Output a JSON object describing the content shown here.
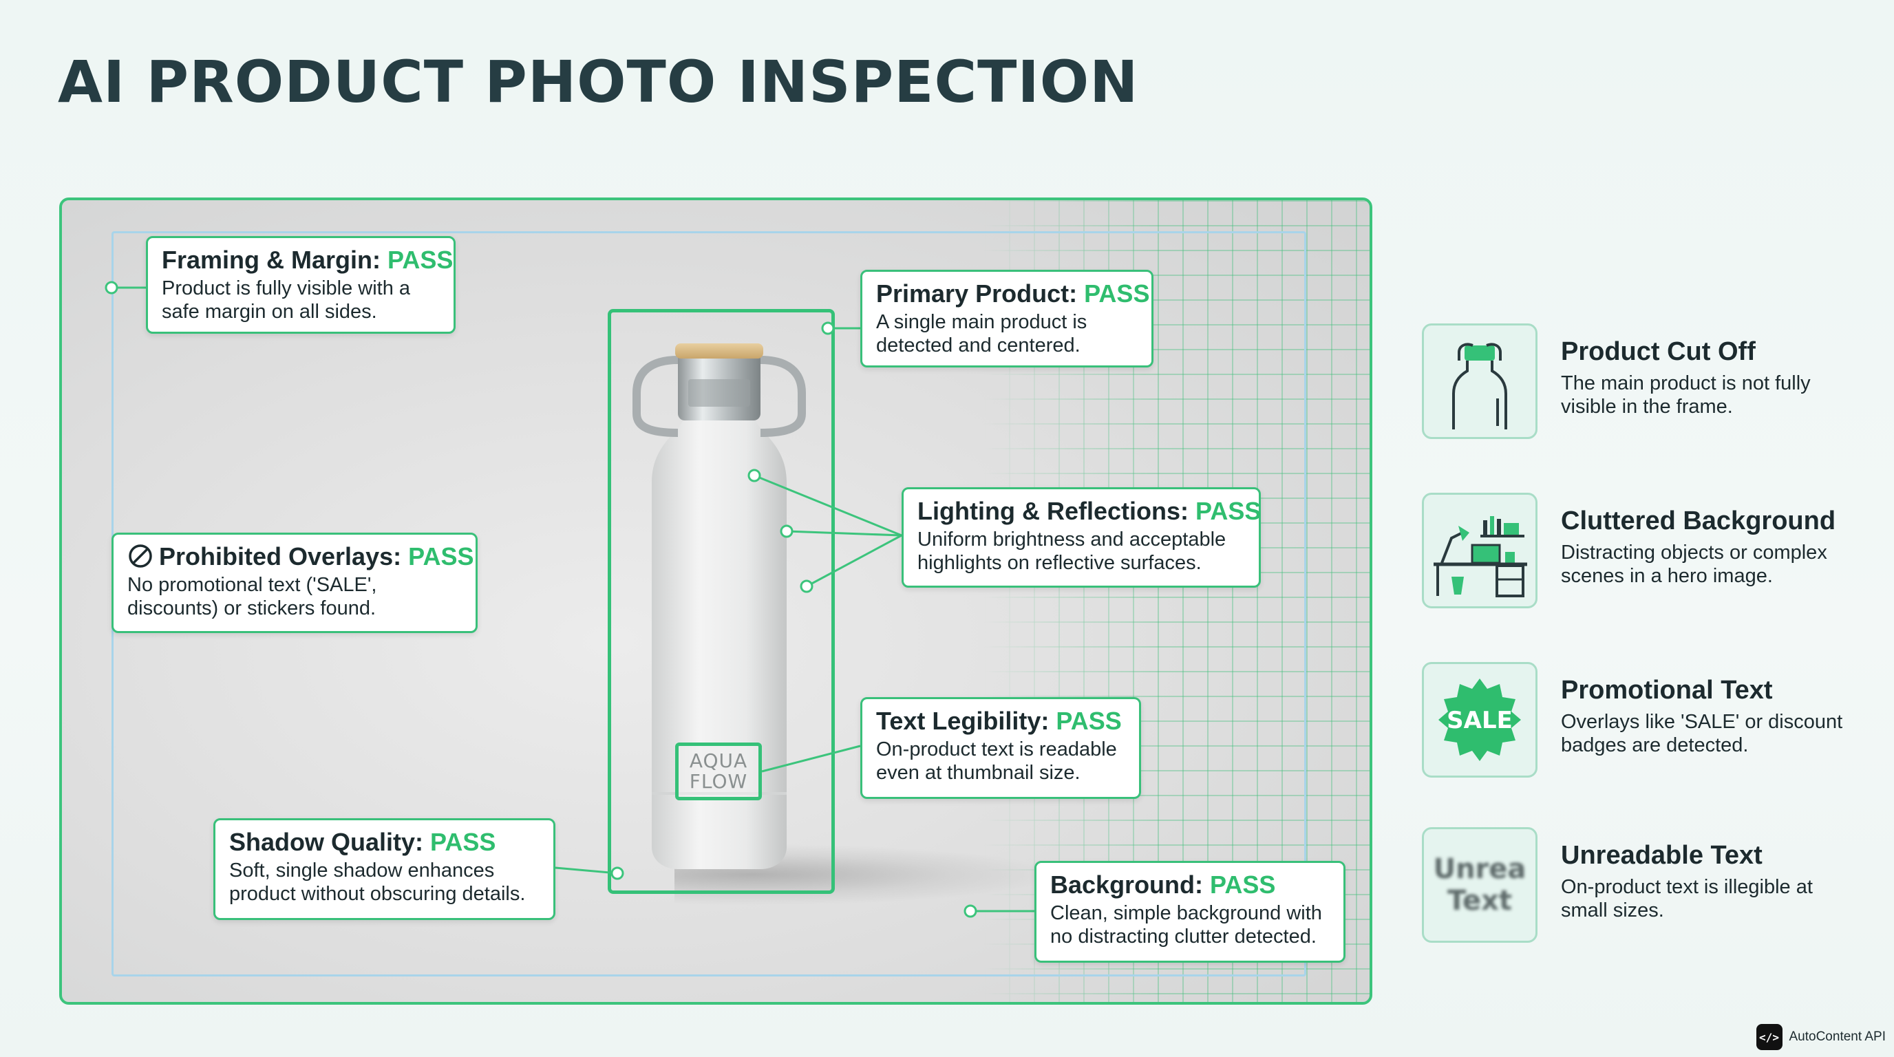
{
  "title": "AI PRODUCT PHOTO INSPECTION",
  "product": {
    "label_line1": "AQUA",
    "label_line2": "FLOW"
  },
  "checks": [
    {
      "id": "framing",
      "title": "Framing & Margin:",
      "status": "PASS",
      "description": "Product is fully visible with a safe margin on all sides."
    },
    {
      "id": "primary",
      "title": "Primary Product:",
      "status": "PASS",
      "description": "A single main product is detected and centered."
    },
    {
      "id": "overlays",
      "title": "Prohibited Overlays:",
      "status": "PASS",
      "description": "No promotional text ('SALE', discounts) or stickers found.",
      "icon": "prohibited-icon"
    },
    {
      "id": "lighting",
      "title": "Lighting & Reflections:",
      "status": "PASS",
      "description": "Uniform brightness and acceptable highlights on reflective surfaces."
    },
    {
      "id": "legibility",
      "title": "Text Legibility:",
      "status": "PASS",
      "description": "On-product text is readable even at thumbnail size."
    },
    {
      "id": "shadow",
      "title": "Shadow Quality:",
      "status": "PASS",
      "description": "Soft, single shadow enhances product without obscuring details."
    },
    {
      "id": "background",
      "title": "Background:",
      "status": "PASS",
      "description": "Clean, simple background with no distracting clutter detected."
    }
  ],
  "failures": [
    {
      "title": "Product Cut Off",
      "description": "The main product is not fully visible in the frame.",
      "icon": "cropped-bottle-icon"
    },
    {
      "title": "Cluttered Background",
      "description": "Distracting objects or complex scenes in a hero image.",
      "icon": "cluttered-desk-icon"
    },
    {
      "title": "Promotional Text",
      "description": "Overlays like 'SALE' or discount badges are detected.",
      "icon": "sale-badge-icon",
      "badge_text": "SALE"
    },
    {
      "title": "Unreadable Text",
      "description": "On-product text is illegible at small sizes.",
      "icon": "blurred-text-icon",
      "blur_line1": "Unrea",
      "blur_line2": "Text"
    }
  ],
  "brand": {
    "logo_glyph": "</>",
    "name": "AutoContent API"
  },
  "colors": {
    "accent": "#35c178",
    "pass": "#2fbd6e",
    "safe_area": "#a8d4ea",
    "title": "#263d43"
  }
}
